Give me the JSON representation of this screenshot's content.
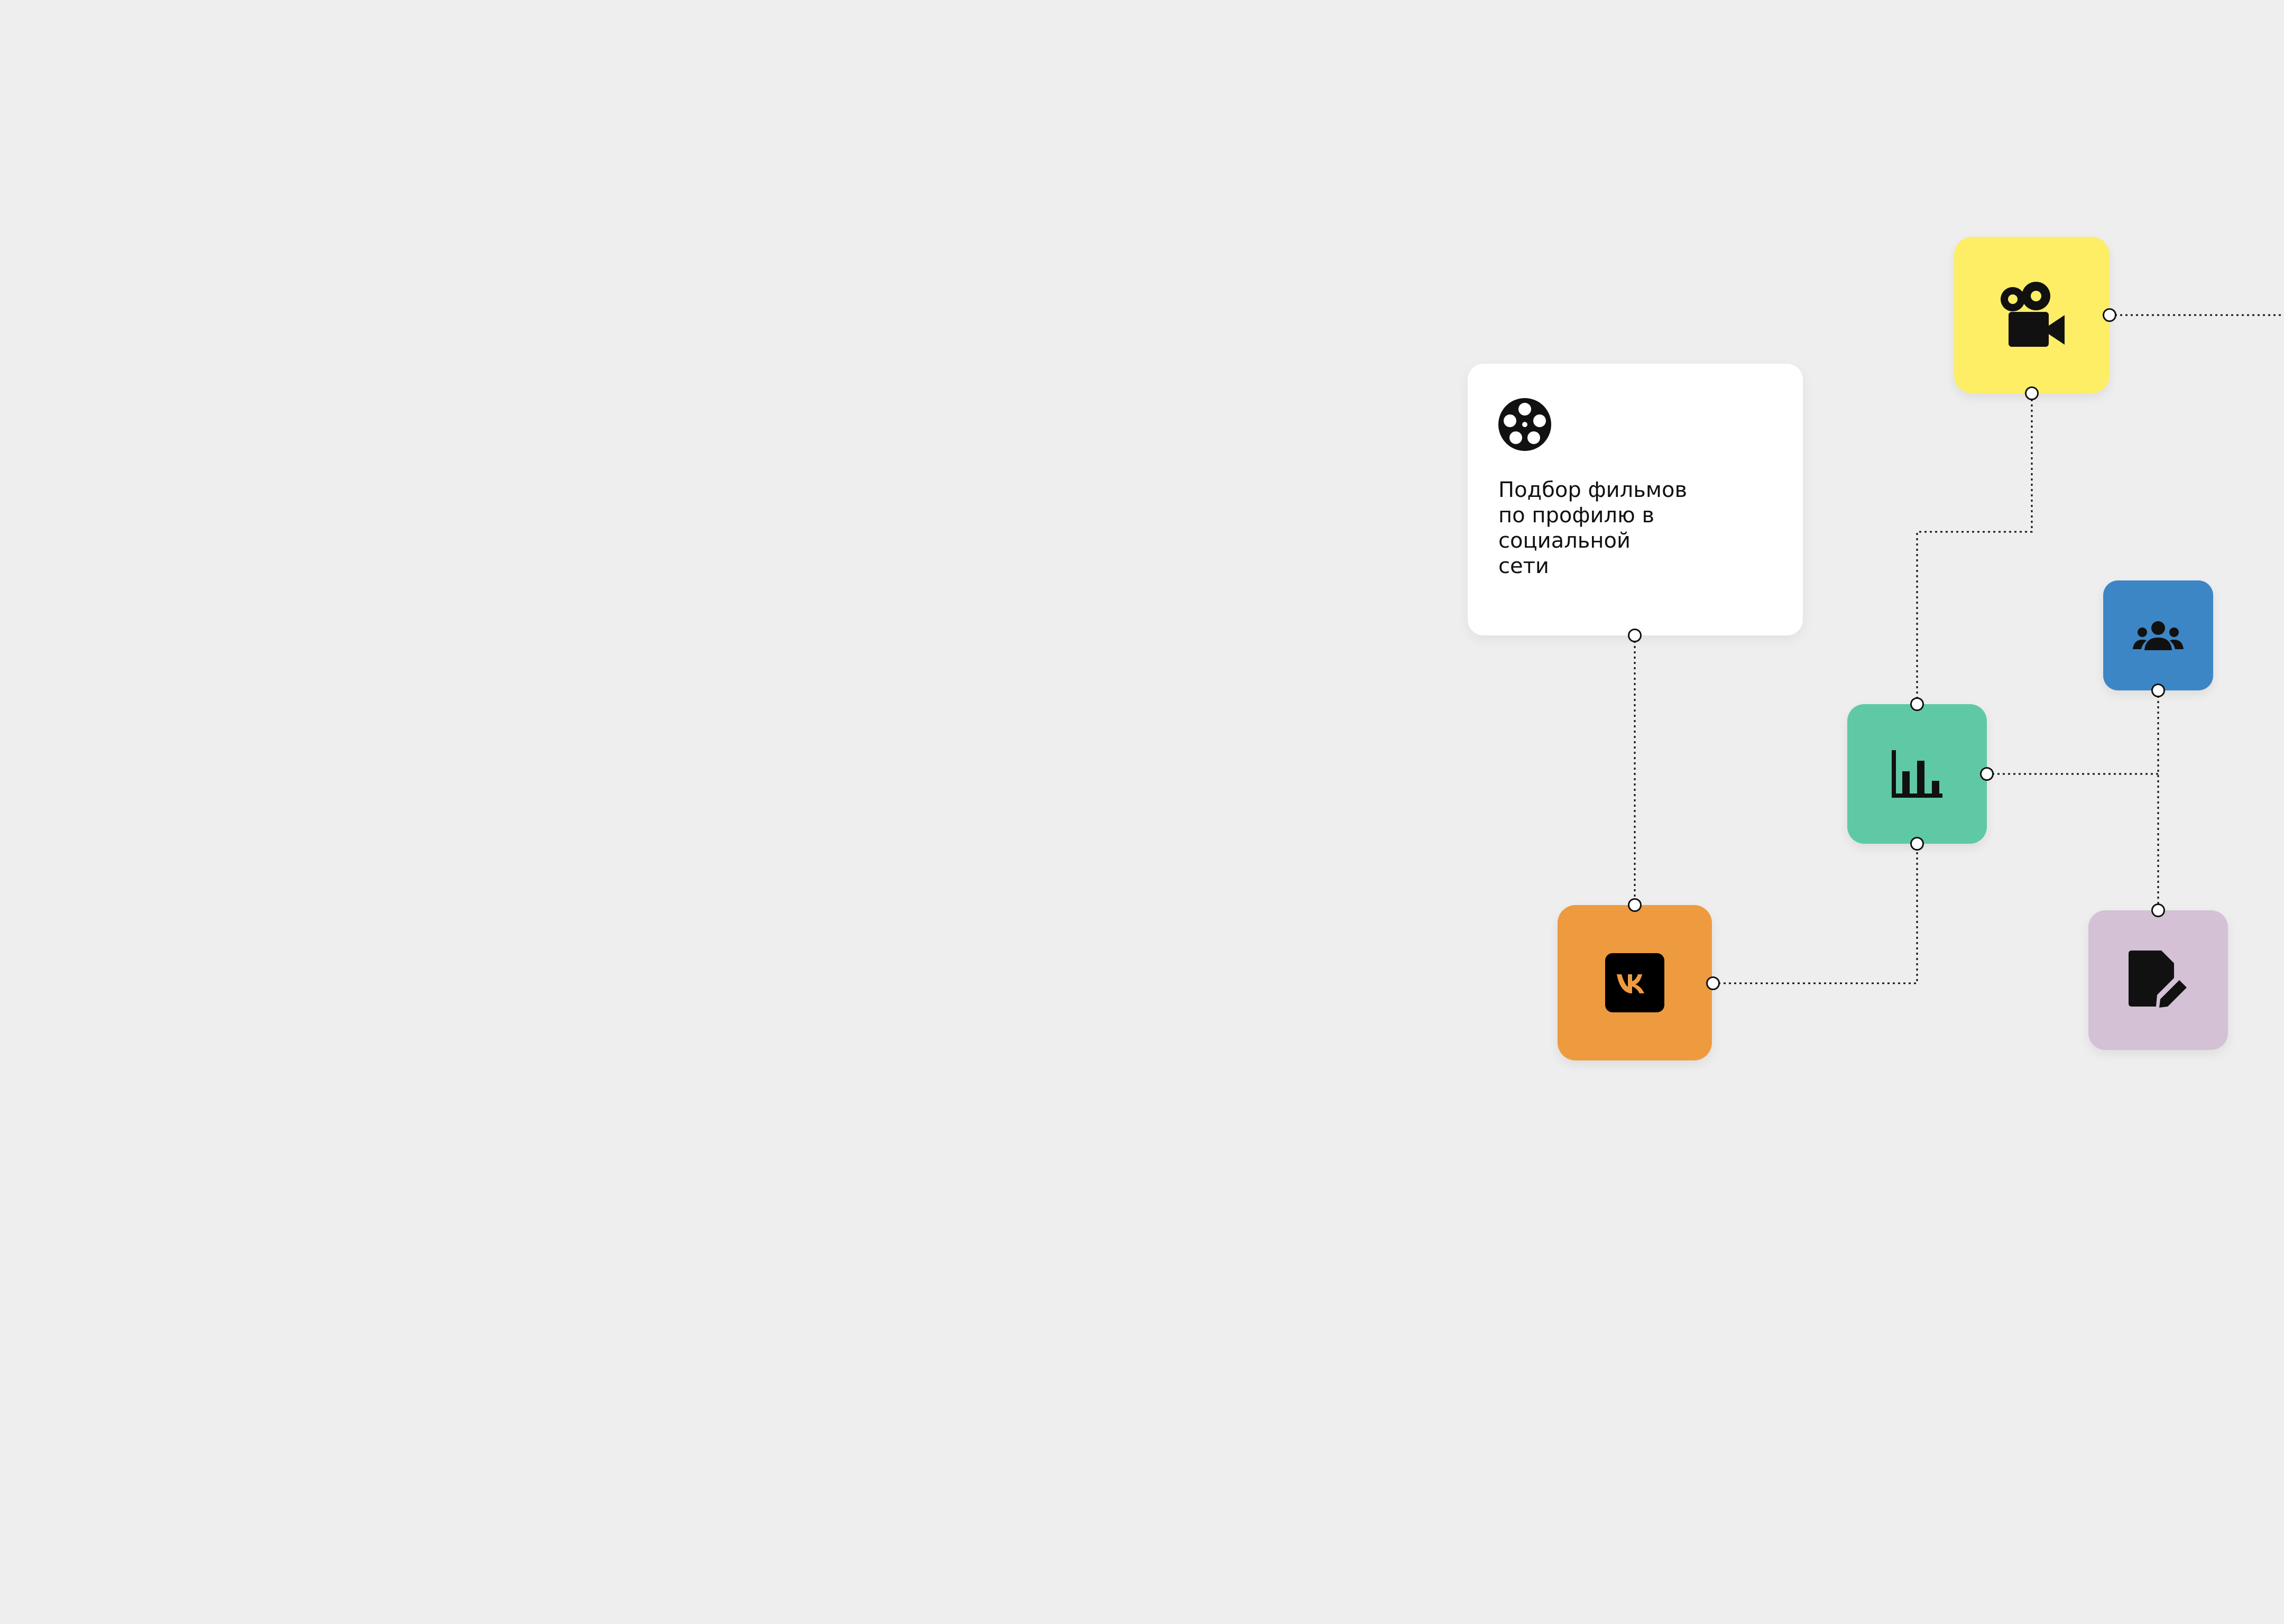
{
  "card": {
    "text": "Подбор фильмов\nпо профилю в\nсоциальной\nсети",
    "icon": "film-reel-icon",
    "bg_color": "#ffffff"
  },
  "tiles": [
    {
      "id": "vk",
      "icon": "vk-logo-icon",
      "color": "#ee9b40"
    },
    {
      "id": "analytics",
      "icon": "bar-chart-icon",
      "color": "#5fc9a6"
    },
    {
      "id": "camera",
      "icon": "movie-camera-icon",
      "color": "#fdee66"
    },
    {
      "id": "group",
      "icon": "people-group-icon",
      "color": "#3d86c6"
    },
    {
      "id": "edit",
      "icon": "edit-document-icon",
      "color": "#d4c1d5"
    }
  ],
  "connectors": {
    "style": "dotted",
    "color": "#111111"
  }
}
